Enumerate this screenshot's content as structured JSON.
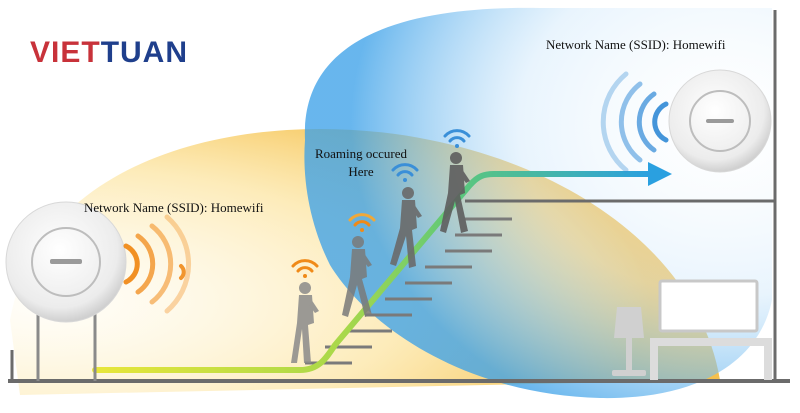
{
  "logo": {
    "part1": "VIET",
    "part2": "TUAN"
  },
  "labels": {
    "ssid_left": "Network Name (SSID): Homewifi",
    "ssid_right": "Network Name (SSID): Homewifi",
    "roaming_line1": "Roaming occured",
    "roaming_line2": "Here"
  },
  "colors": {
    "yellow_coverage": "#f3b52e",
    "blue_coverage": "#3aa0e8",
    "signal_orange": "#f08a18",
    "signal_blue": "#3a8fd8",
    "path_start": "#e8e63a",
    "path_mid": "#5cc87a",
    "path_end": "#2aa0e0",
    "structure": "#6b6b6b",
    "person": "#7a7a7a"
  },
  "icons": [
    "access-point-left",
    "access-point-right",
    "wifi-signal-icon",
    "person-walking-icon",
    "lamp-icon",
    "tv-icon"
  ]
}
